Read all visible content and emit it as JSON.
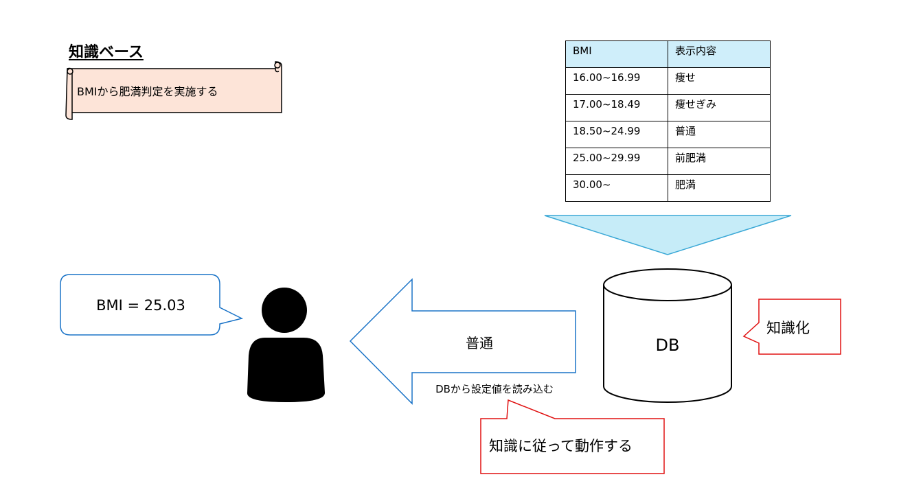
{
  "knowledge_base": {
    "title": "知識ベース",
    "scroll_text": "BMIから肥満判定を実施する"
  },
  "table": {
    "headers": [
      "BMI",
      "表示内容"
    ],
    "rows": [
      [
        "16.00~16.99",
        "痩せ"
      ],
      [
        "17.00~18.49",
        "痩せぎみ"
      ],
      [
        "18.50~24.99",
        "普通"
      ],
      [
        "25.00~29.99",
        "前肥満"
      ],
      [
        "30.00~",
        "肥満"
      ]
    ],
    "header_color": "#cfeefa"
  },
  "user": {
    "speech": "BMI = 25.03"
  },
  "arrow": {
    "label": "普通",
    "sublabel": "DBから設定値を読み込む"
  },
  "database": {
    "label": "DB"
  },
  "callouts": {
    "knowledge_ize": "知識化",
    "act_by_knowledge": "知識に従って動作する"
  },
  "colors": {
    "blue_outline": "#1a73c7",
    "red_outline": "#e01010",
    "scroll_fill": "#fde4d8",
    "funnel_fill": "#c6ecf8",
    "funnel_stroke": "#3aa8d6"
  }
}
